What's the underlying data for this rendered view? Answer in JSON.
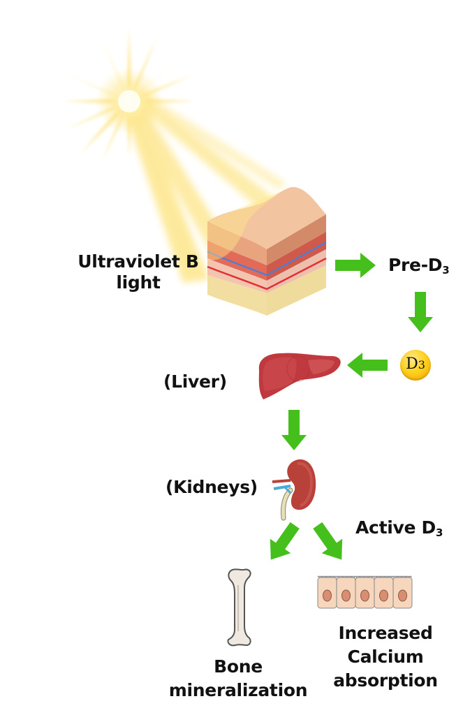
{
  "diagram": {
    "title": "Vitamin D3 synthesis and activation pathway",
    "nodes": {
      "uvb": {
        "line1": "Ultraviolet B",
        "line2": "light",
        "icon": "sun-rays-icon"
      },
      "skin": {
        "icon": "skin-cross-section-icon"
      },
      "pre_d3": {
        "prefix": "Pre-D",
        "subscript": "3"
      },
      "d3": {
        "badge_text": "D",
        "badge_sub": "3",
        "icon": "d3-capsule-icon"
      },
      "liver": {
        "label": "(Liver)",
        "icon": "liver-icon"
      },
      "kidneys": {
        "label": "(Kidneys)",
        "icon": "kidney-icon"
      },
      "active_d3": {
        "prefix": "Active D",
        "subscript": "3"
      },
      "bone": {
        "line1": "Bone",
        "line2": "mineralization",
        "icon": "bone-icon"
      },
      "calcium": {
        "line1": "Increased",
        "line2": "Calcium",
        "line3": "absorption",
        "icon": "intestinal-cells-icon"
      }
    },
    "arrows": [
      {
        "from": "skin",
        "to": "pre_d3",
        "direction": "right"
      },
      {
        "from": "pre_d3",
        "to": "d3",
        "direction": "down"
      },
      {
        "from": "d3",
        "to": "liver",
        "direction": "left"
      },
      {
        "from": "liver",
        "to": "kidneys",
        "direction": "down"
      },
      {
        "from": "kidneys",
        "to": "bone",
        "direction": "down-left"
      },
      {
        "from": "kidneys",
        "to": "calcium",
        "direction": "down-right"
      }
    ],
    "colors": {
      "arrow": "#44bf1c",
      "text": "#111111",
      "sun": "#fde68a",
      "liver": "#c0393f",
      "kidney": "#b8423a",
      "d3_badge": "#f5b800",
      "cell": "#f6d6bd"
    }
  }
}
